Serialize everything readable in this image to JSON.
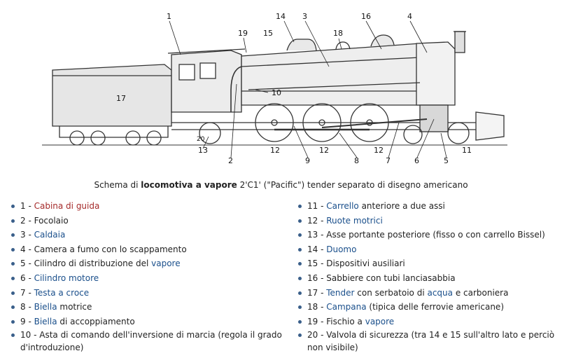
{
  "diagram_labels": {
    "n1": "1",
    "n2": "2",
    "n3": "3",
    "n4": "4",
    "n5": "5",
    "n6": "6",
    "n7": "7",
    "n8": "8",
    "n9": "9",
    "n10": "10",
    "n11": "11",
    "n12a": "12",
    "n12b": "12",
    "n12c": "12",
    "n13": "13",
    "n14": "14",
    "n15": "15",
    "n16": "16",
    "n17": "17",
    "n18": "18",
    "n19": "19",
    "n20": "20"
  },
  "caption": {
    "pre": "Schema di ",
    "bold": "locomotiva a vapore",
    "post": " 2'C1' (\"Pacific\") tender separato di disegno americano"
  },
  "left_items": [
    {
      "num": "1 - ",
      "link": "Cabina di guida",
      "after": ""
    },
    {
      "num": "2 - ",
      "before": "Focolaio"
    },
    {
      "num": "3 - ",
      "link": "Caldaia",
      "after": ""
    },
    {
      "num": "4 - ",
      "before": "Camera a fumo con lo scappamento"
    },
    {
      "num": "5 - ",
      "before": "Cilindro di distribuzione del ",
      "link": "vapore"
    },
    {
      "num": "6 - ",
      "link": "Cilindro motore",
      "after": ""
    },
    {
      "num": "7 - ",
      "link": "Testa a croce",
      "after": ""
    },
    {
      "num": "8 - ",
      "link": "Biella",
      "after": " motrice"
    },
    {
      "num": "9 - ",
      "link": "Biella",
      "after": " di accoppiamento"
    },
    {
      "num": "10 - ",
      "before": "Asta di comando dell'inversione di marcia (regola il grado d'introduzione)"
    }
  ],
  "right_items": [
    {
      "num": "11 - ",
      "link": "Carrello",
      "after": " anteriore a due assi"
    },
    {
      "num": "12 - ",
      "link": "Ruote motrici",
      "after": ""
    },
    {
      "num": "13 - ",
      "before": "Asse portante posteriore (fisso o con carrello Bissel)"
    },
    {
      "num": "14 - ",
      "link": "Duomo",
      "after": ""
    },
    {
      "num": "15 - ",
      "before": "Dispositivi ausiliari"
    },
    {
      "num": "16 - ",
      "before": "Sabbiere con tubi lanciasabbia"
    },
    {
      "num": "17 - ",
      "link": "Tender",
      "after": " con serbatoio di ",
      "link2": "acqua",
      "after2": " e carboniera"
    },
    {
      "num": "18 - ",
      "link": "Campana",
      "after": " (tipica delle ferrovie americane)"
    },
    {
      "num": "19 - ",
      "before": "Fischio a ",
      "link": "vapore"
    },
    {
      "num": "20 - ",
      "before": "Valvola di sicurezza (tra 14 e 15 sull'altro lato e perciò non visibile)"
    }
  ]
}
